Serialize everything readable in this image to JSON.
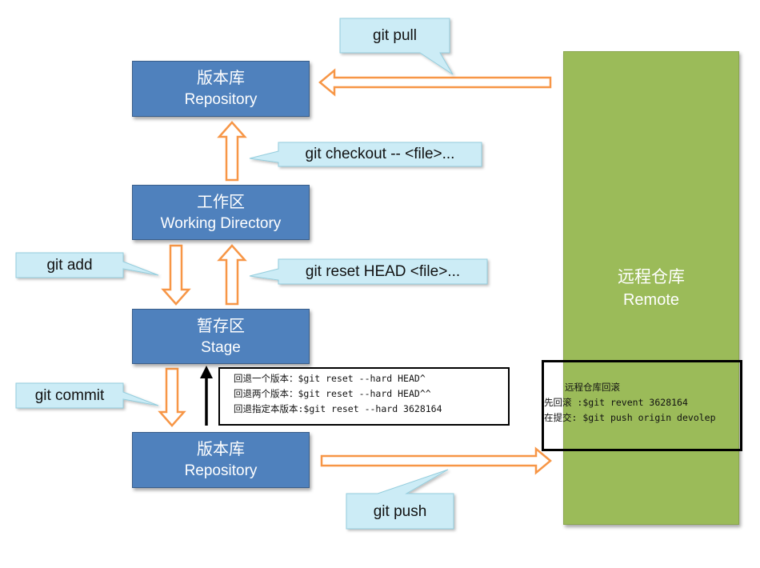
{
  "boxes": {
    "repository_top": {
      "zh": "版本库",
      "en": "Repository"
    },
    "working_directory": {
      "zh": "工作区",
      "en": "Working Directory"
    },
    "stage": {
      "zh": "暂存区",
      "en": "Stage"
    },
    "repository_bottom": {
      "zh": "版本库",
      "en": "Repository"
    },
    "remote": {
      "zh": "远程仓库",
      "en": "Remote"
    }
  },
  "callouts": {
    "git_pull": "git pull",
    "git_checkout": "git checkout -- <file>...",
    "git_add": "git add",
    "git_reset_head": "git reset HEAD <file>...",
    "git_commit": "git commit",
    "git_push": "git push"
  },
  "reset_note": {
    "lines": [
      "回退一个版本：$git reset --hard HEAD^",
      "回退两个版本：$git reset --hard HEAD^^",
      "回退指定本版本:$git reset --hard 3628164"
    ]
  },
  "remote_note": {
    "title": "远程仓库回滚",
    "lines": [
      "先回滚 :$git revent 3628164",
      "在提交: $git push origin devolep"
    ]
  },
  "colors": {
    "box_fill": "#4f81bd",
    "remote_fill": "#9bbb59",
    "callout_fill": "#ccecf6",
    "arrow_stroke": "#f79646"
  }
}
